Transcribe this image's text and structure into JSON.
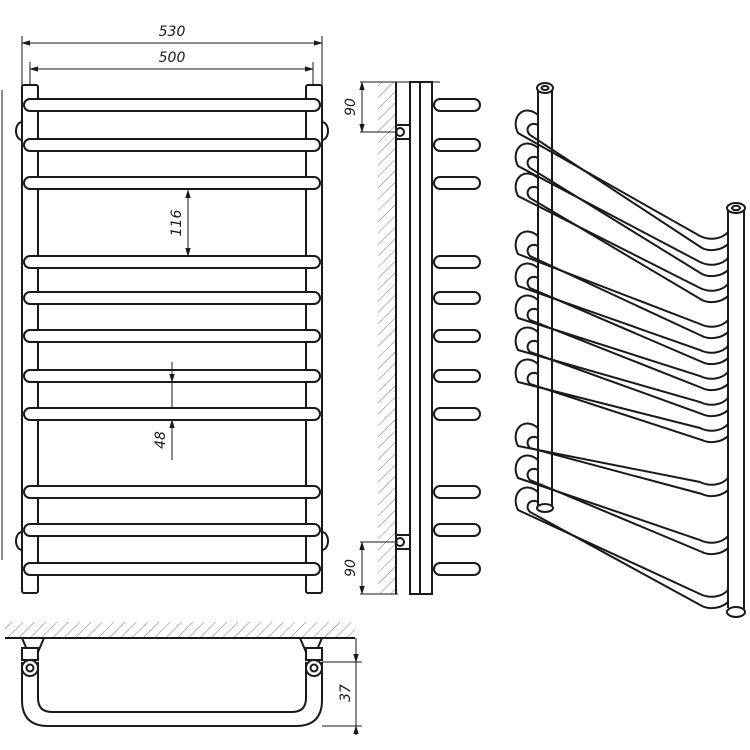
{
  "dimensions": {
    "overall_width": "530",
    "rail_spacing": "500",
    "gap_large": "116",
    "gap_small": "48",
    "mount_top": "90",
    "mount_bottom": "90",
    "depth": "37"
  },
  "front_view": {
    "bar_count": 11
  },
  "colors": {
    "line": "#1a1a1a",
    "background": "#ffffff"
  }
}
